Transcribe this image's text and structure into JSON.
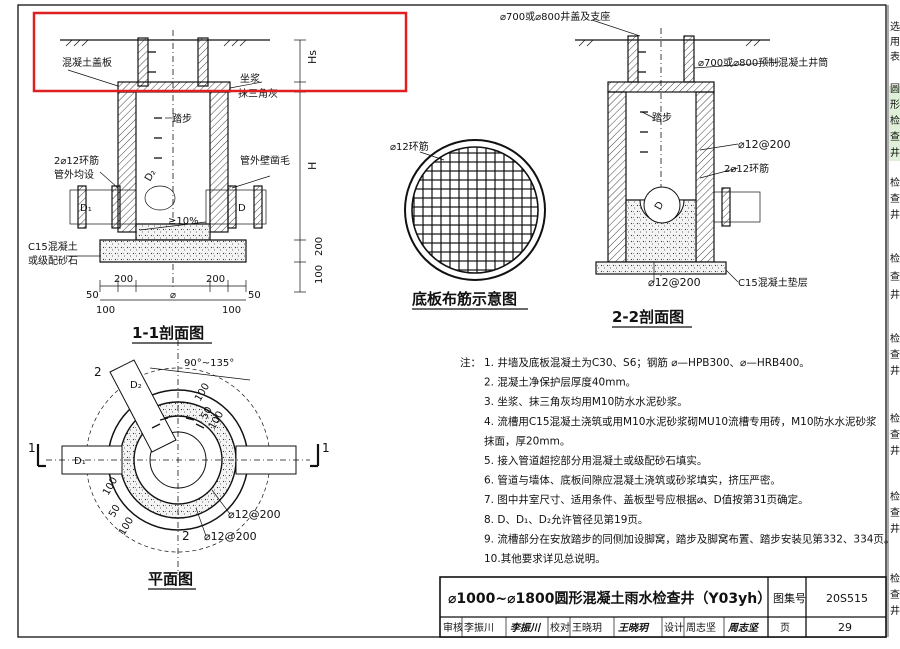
{
  "section_1_1": {
    "title": "1-1剖面图",
    "labels": {
      "cover_slab": "混凝土盖板",
      "bedding_mortar": "坐浆",
      "fillet_mortar": "抹三角灰",
      "steps": "踏步",
      "ring_bars": "2⌀12环筋",
      "ring_bars_note": "管外均设",
      "pipe_wall_note": "管外壁凿毛",
      "base_note_1": "C15混凝土",
      "base_note_2": "或级配砂石",
      "slope": "≥10%",
      "d2": "D₂",
      "d1": "D₁",
      "d": "D",
      "hs": "Hs",
      "h": "H",
      "dim_200_v": "200",
      "dim_100_v": "100",
      "dim_200_l": "200",
      "dim_200_r": "200",
      "dim_50_l": "50",
      "dim_50_r": "50",
      "dim_100_l": "100",
      "dim_100_r": "100",
      "phi": "⌀"
    }
  },
  "section_2_2": {
    "title": "2-2剖面图",
    "labels": {
      "cover_support": "⌀700或⌀800井盖及支座",
      "precast_shaft": "⌀700或⌀800预制混凝土井筒",
      "steps": "踏步",
      "rebar_top": "⌀12@200",
      "ring_bars": "2⌀12环筋",
      "rebar_bottom": "⌀12@200",
      "cushion": "C15混凝土垫层",
      "d": "D"
    }
  },
  "base_plate": {
    "title": "底板布筋示意图",
    "ring_label": "⌀12环筋"
  },
  "plan": {
    "title": "平面图",
    "labels": {
      "angle": "90°~135°",
      "sec1_left": "1",
      "sec1_right": "1",
      "sec2_top": "2",
      "sec2_bottom": "2",
      "d1": "D₁",
      "d2": "D₂",
      "dim_100_a": "100",
      "dim_100_b": "100",
      "dim_50_a": "50",
      "dim_50_b": "50",
      "dim_100_c": "100",
      "dim_100_d": "100",
      "rebar_a": "⌀12@200",
      "rebar_b": "⌀12@200"
    }
  },
  "notes": {
    "prefix": "注：",
    "items": [
      "1. 井墙及底板混凝土为C30、S6；钢筋 ⌀—HPB300、⌀—HRB400。",
      "2. 混凝土净保护层厚度40mm。",
      "3. 坐浆、抹三角灰均用M10防水水泥砂浆。",
      "4. 流槽用C15混凝土浇筑或用M10水泥砂浆砌MU10流槽专用砖，M10防水水泥砂浆",
      "    抹面，厚20mm。",
      "5. 接入管道超挖部分用混凝土或级配砂石填实。",
      "6. 管道与墙体、底板间隙应混凝土浇筑或砂浆填实，挤压严密。",
      "7. 图中井室尺寸、适用条件、盖板型号应根据⌀、D值按第31页确定。",
      "8. D、D₁、D₂允许管径见第19页。",
      "9. 流槽部分在安放踏步的同侧加设脚窝，踏步及脚窝布置、踏步安装见第332、334页。",
      "10.其他要求详见总说明。"
    ]
  },
  "title_block": {
    "title": "⌀1000~⌀1800圆形混凝土雨水检查井（Y03yh）",
    "atlas_label": "图集号",
    "atlas_no": "20S515",
    "review_label": "审核",
    "reviewer": "李振川",
    "review_sig": "李振川",
    "check_label": "校对",
    "checker": "王晓玥",
    "check_sig": "王晓玥",
    "design_label": "设计",
    "designer": "周志坚",
    "design_sig": "周志坚",
    "page_label": "页",
    "page_no": "29"
  },
  "right_strip": {
    "items": [
      "选",
      "用",
      "表",
      "圆",
      "形",
      "检",
      "查",
      "井",
      "检",
      "查",
      "井",
      "检",
      "查",
      "井",
      "检",
      "查",
      "井",
      "检",
      "查",
      "井",
      "检",
      "查",
      "井",
      "检",
      "查",
      "井"
    ]
  },
  "colors": {
    "highlight": "#e02020",
    "strip_highlight": "#dff0d8"
  }
}
